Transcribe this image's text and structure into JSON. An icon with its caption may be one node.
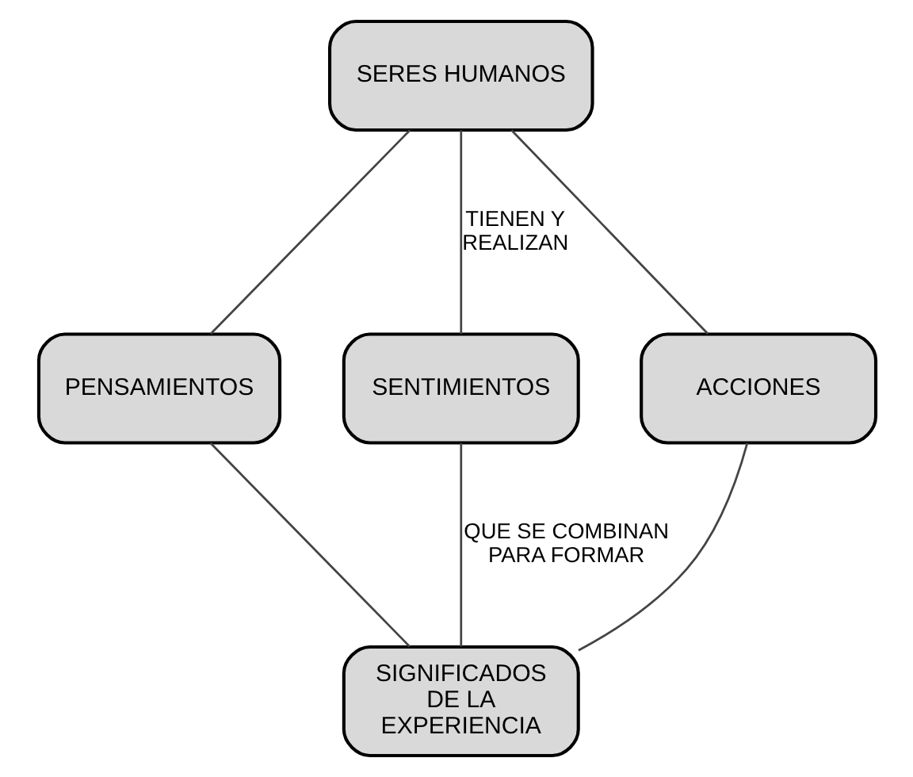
{
  "diagram": {
    "nodes": [
      {
        "text": [
          "SERES HUMANOS"
        ]
      },
      {
        "text": [
          "PENSAMIENTOS"
        ]
      },
      {
        "text": [
          "SENTIMIENTOS"
        ]
      },
      {
        "text": [
          "ACCIONES"
        ]
      },
      {
        "text": [
          "SIGNIFICADOS DE LA EXPERIENCIA"
        ]
      }
    ],
    "edges": [
      {
        "from": 0,
        "to": 1,
        "arrow": "none"
      },
      {
        "from": 0,
        "to": 2,
        "arrow": "none",
        "label": "TIENEN Y REALIZAN"
      },
      {
        "from": 0,
        "to": 3,
        "arrow": "none"
      },
      {
        "from": 1,
        "to": 4,
        "arrow": "none"
      },
      {
        "from": 2,
        "to": 4,
        "arrow": "none",
        "label": "QUE SE COMBINAN PARA FORMAR"
      },
      {
        "from": 3,
        "to": 4,
        "arrow": "none"
      }
    ]
  }
}
